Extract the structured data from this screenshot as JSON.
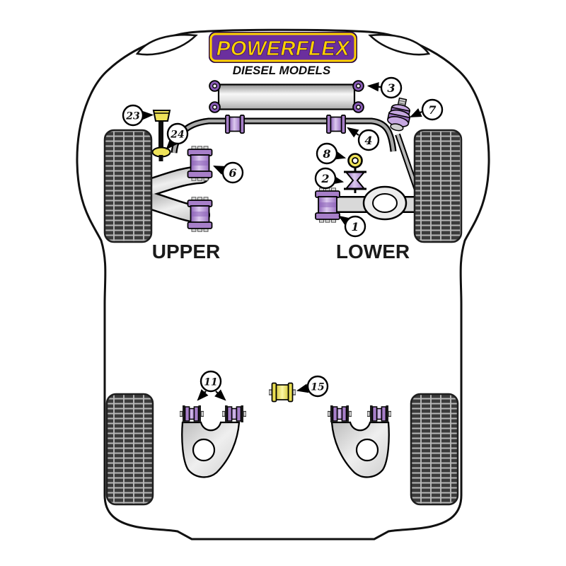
{
  "title": "Powerflex suspension bush fitment diagram",
  "logo": {
    "brand": "POWERFLEX",
    "subtitle": "DIESEL MODELS"
  },
  "labels": {
    "upper": "UPPER",
    "lower": "LOWER"
  },
  "colors": {
    "logo_purple": "#6b2f9e",
    "logo_yellow": "#ffd200",
    "bush_purple": "#a77fc9",
    "bush_purple_light": "#dcc9ef",
    "bush_yellow": "#efe35a",
    "tire_dark": "#3b3b3b",
    "tread_light": "#b8b8b8",
    "metal_gray": "#d9d9d9",
    "outline": "#111111"
  },
  "callouts": [
    {
      "number": "3",
      "target": "front-subframe-mount-bush"
    },
    {
      "number": "7",
      "target": "shock-top-mount-bush"
    },
    {
      "number": "23",
      "target": "drop-link-upper-bush"
    },
    {
      "number": "24",
      "target": "drop-link-lower-bush"
    },
    {
      "number": "4",
      "target": "anti-roll-bar-bush"
    },
    {
      "number": "6",
      "target": "upper-wishbone-bush"
    },
    {
      "number": "8",
      "target": "bump-stop-washer"
    },
    {
      "number": "2",
      "target": "strut-cone-bush"
    },
    {
      "number": "1",
      "target": "lower-arm-front-bush"
    },
    {
      "number": "11",
      "target": "rear-trailing-arm-bushes"
    },
    {
      "number": "15",
      "target": "rear-centre-bush"
    }
  ]
}
